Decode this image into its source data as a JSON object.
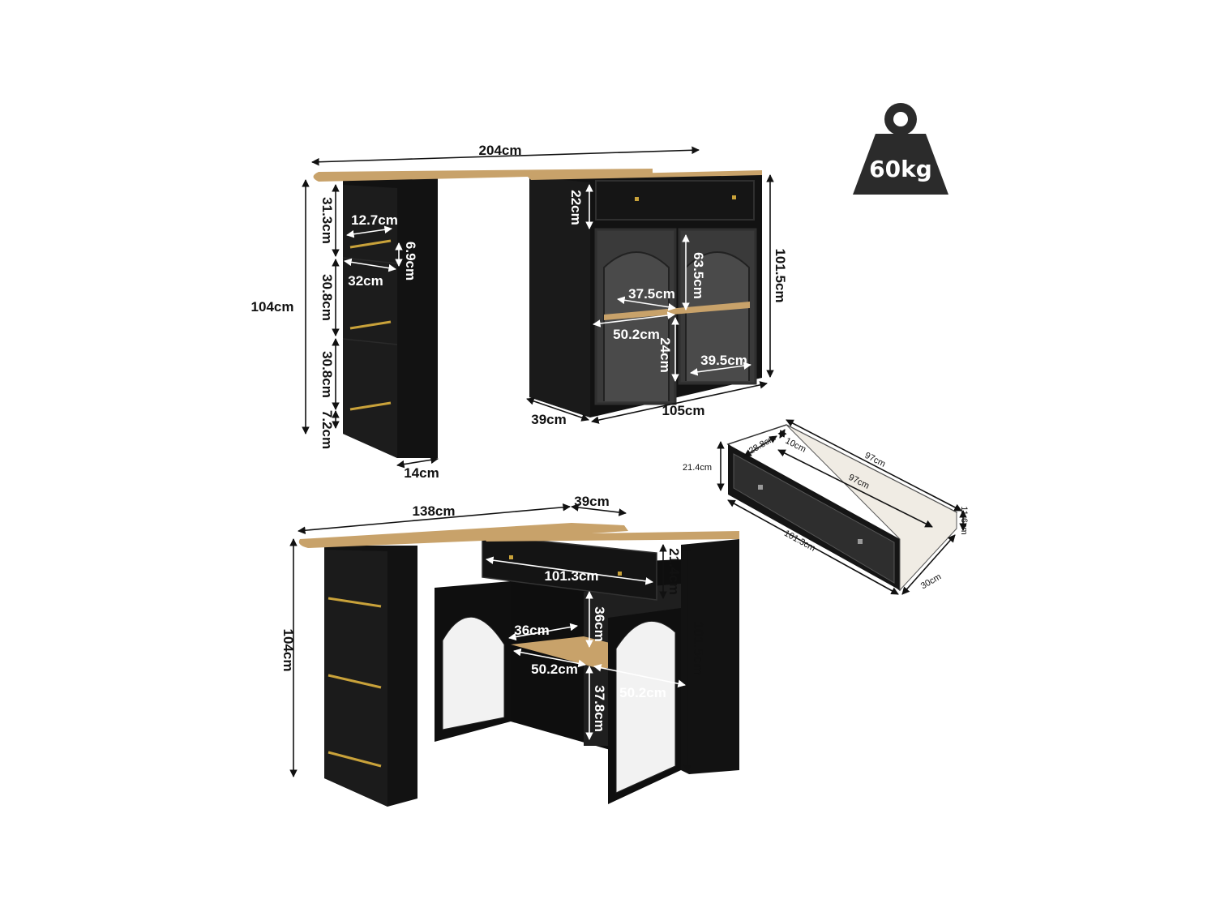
{
  "weight": {
    "label": "60kg"
  },
  "top_view": {
    "total_width": "204cm",
    "height": "104cm",
    "shelf_1": "31.3cm",
    "shelf_2": "30.8cm",
    "shelf_3": "30.8cm",
    "base": "7.2cm",
    "shelf_inner_width": "12.7cm",
    "shelf_lip": "6.9cm",
    "shelf_depth": "32cm",
    "bookcase_depth": "14cm",
    "drawer_height": "22cm",
    "cabinet_height": "101.5cm",
    "door_height": "63.5cm",
    "inner_shelf_width": "37.5cm",
    "inner_width": "50.2cm",
    "lower_height": "24cm",
    "right_compartment": "39.5cm",
    "cabinet_depth": "39cm",
    "cabinet_width": "105cm"
  },
  "drawer": {
    "length_outer": "97cm",
    "length_inner": "97cm",
    "depth_inner": "28.8cm",
    "side": "10cm",
    "height": "21.4cm",
    "front_width": "101.3cm",
    "back_height": "11.6cm",
    "depth": "30cm"
  },
  "bottom_view": {
    "top_length": "138cm",
    "top_depth": "39cm",
    "height": "104cm",
    "drawer_width": "101.3cm",
    "drawer_height": "21.4cm",
    "cabinet_height": "101.5cm",
    "upper_height": "36cm",
    "shelf_depth": "36cm",
    "left_width": "50.2cm",
    "right_width": "50.2cm",
    "lower_height": "37.8cm"
  }
}
